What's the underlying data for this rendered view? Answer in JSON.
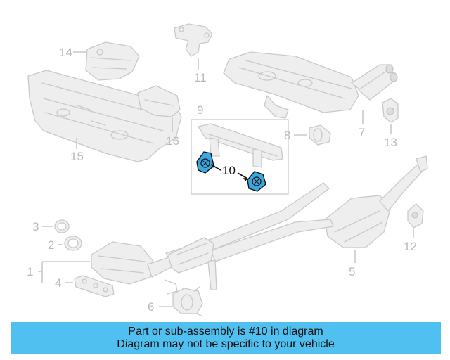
{
  "callouts": [
    {
      "id": "1",
      "label": "1"
    },
    {
      "id": "2",
      "label": "2"
    },
    {
      "id": "3",
      "label": "3"
    },
    {
      "id": "4",
      "label": "4"
    },
    {
      "id": "5",
      "label": "5"
    },
    {
      "id": "6",
      "label": "6"
    },
    {
      "id": "7",
      "label": "7"
    },
    {
      "id": "8",
      "label": "8"
    },
    {
      "id": "9",
      "label": "9"
    },
    {
      "id": "10",
      "label": "10"
    },
    {
      "id": "11",
      "label": "11"
    },
    {
      "id": "12",
      "label": "12"
    },
    {
      "id": "13",
      "label": "13"
    },
    {
      "id": "14",
      "label": "14"
    },
    {
      "id": "15",
      "label": "15"
    },
    {
      "id": "16",
      "label": "16"
    }
  ],
  "highlight": {
    "part": "10",
    "color": "#3aa8df"
  },
  "banner": {
    "line1": "Part or sub-assembly is #10 in diagram",
    "line2": "Diagram may not be specific to your vehicle",
    "color": "#4fc0ef"
  }
}
